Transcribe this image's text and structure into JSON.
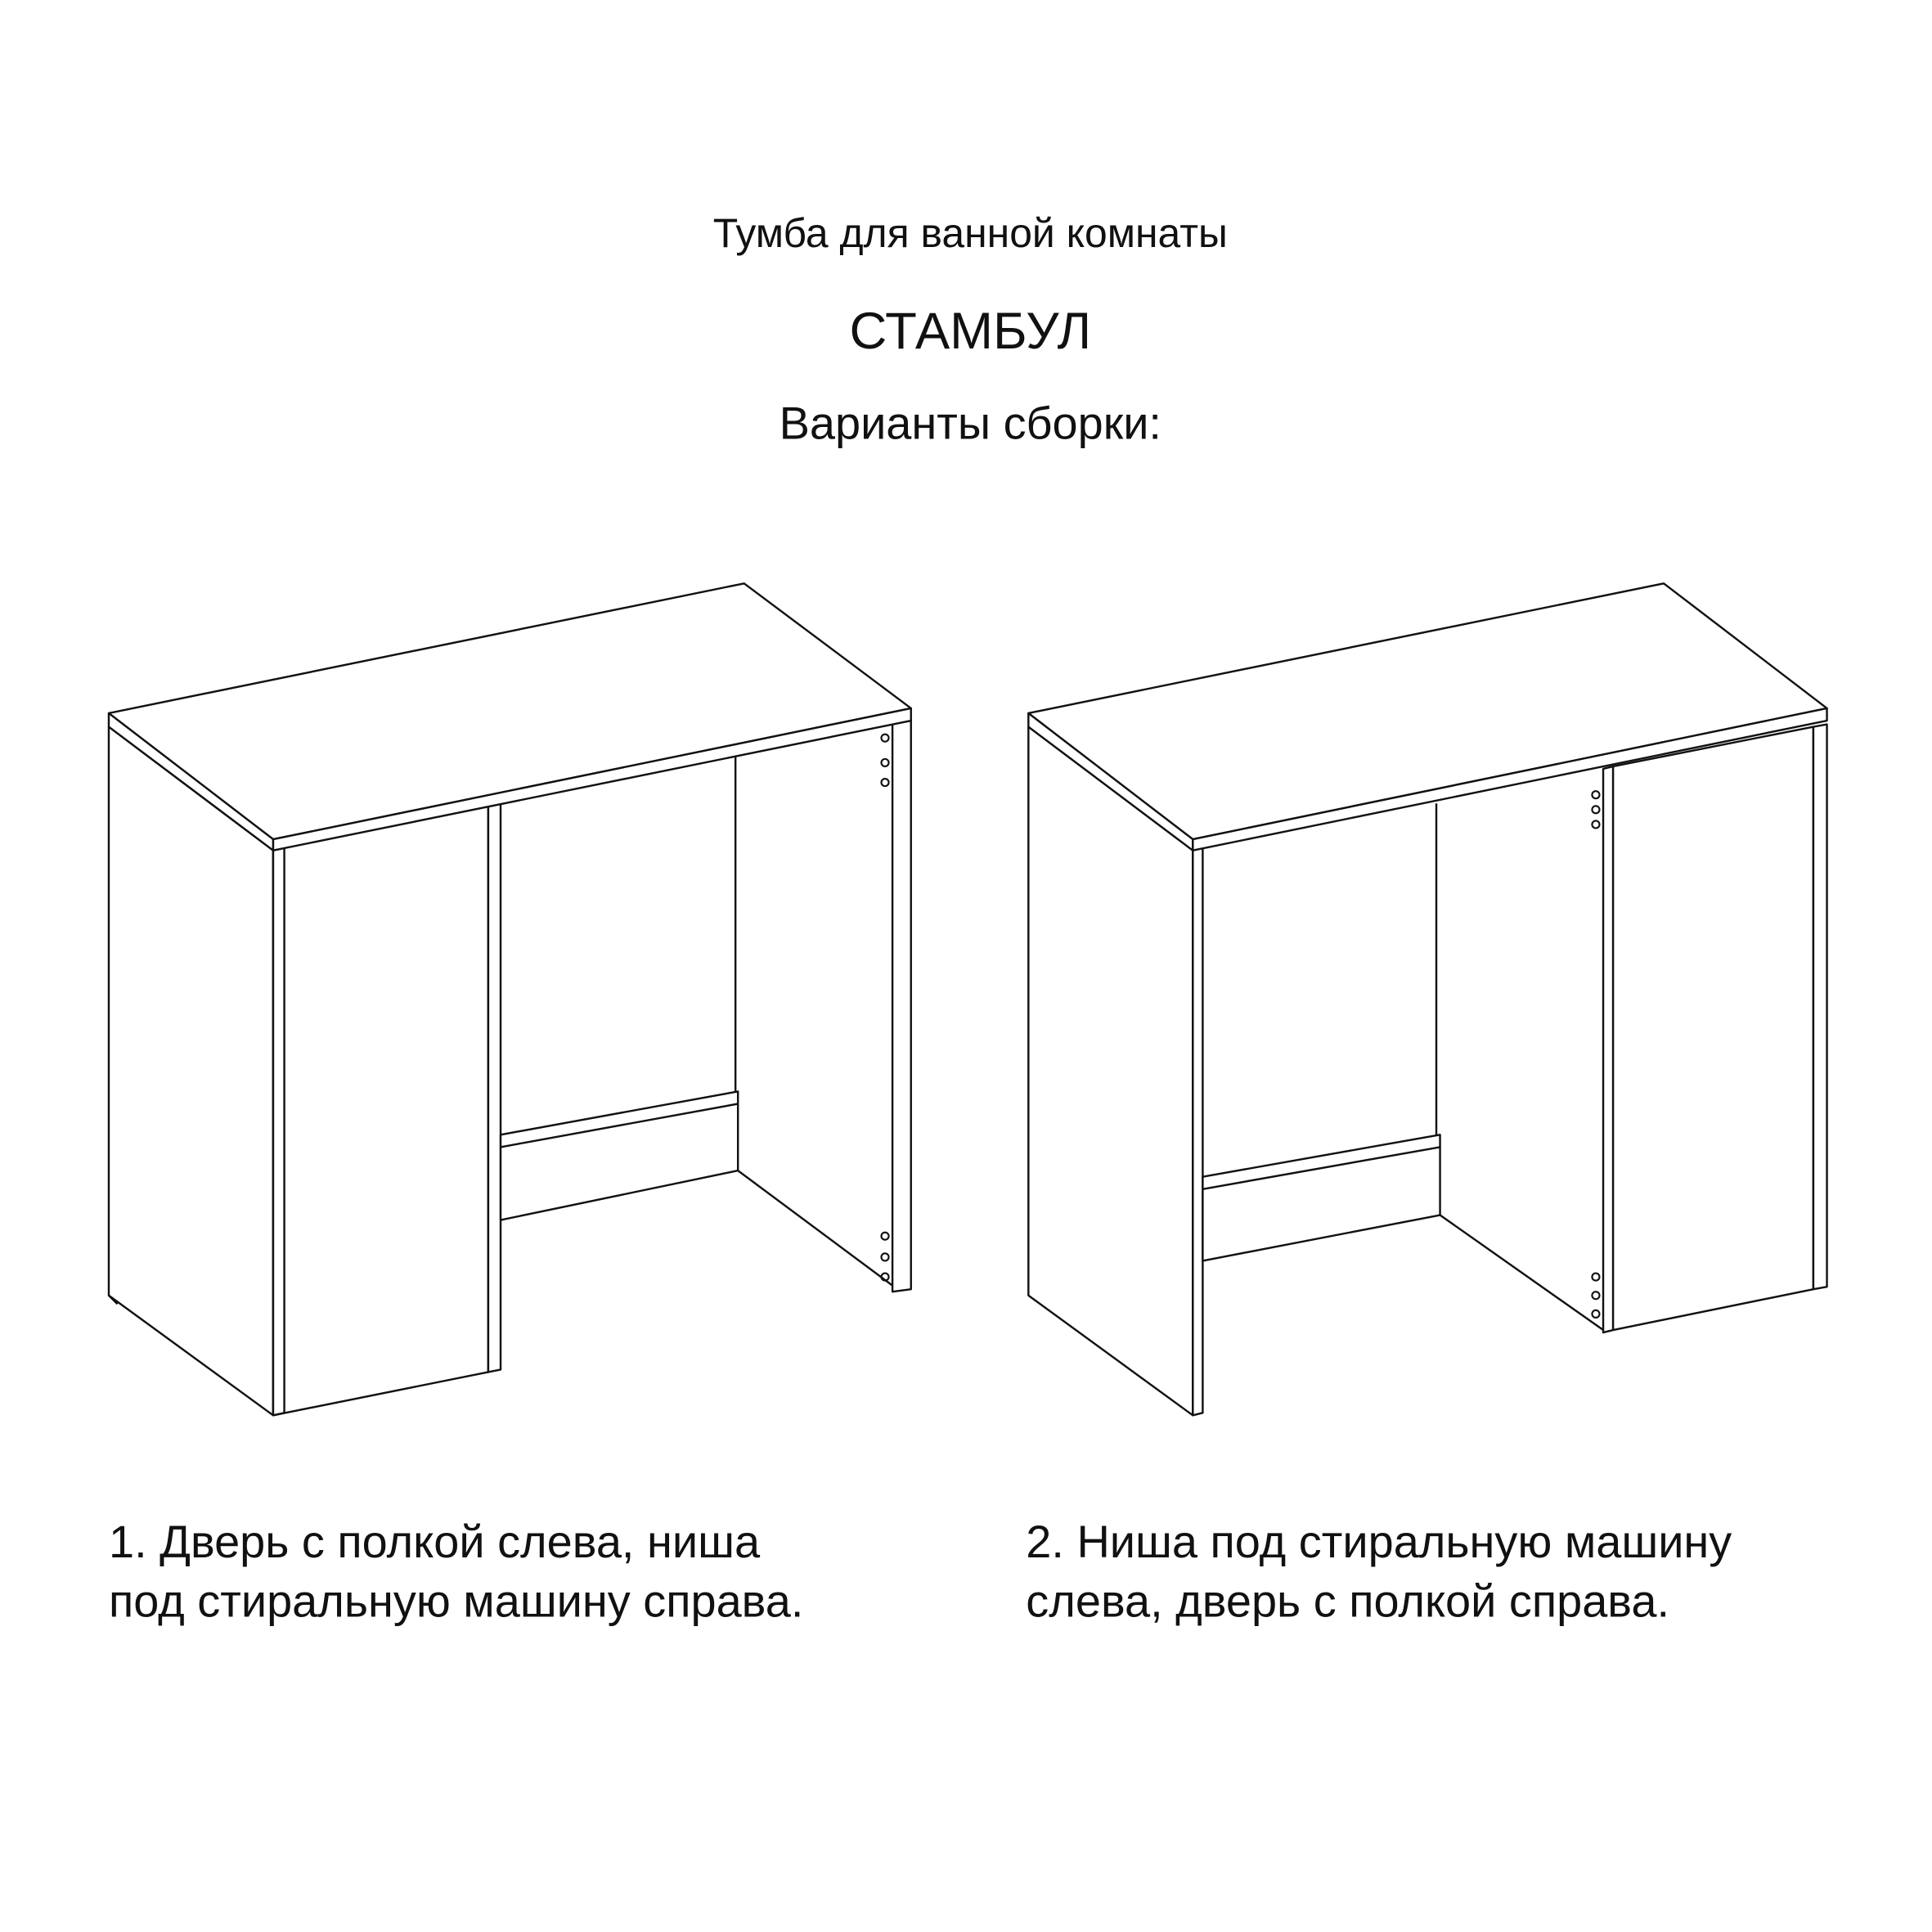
{
  "header": {
    "subtitle": "Тумба для ванной комнаты",
    "title": "СТАМБУЛ",
    "variants_label": "Варианты сборки:"
  },
  "variants": [
    {
      "caption_line1": "1. Дверь с полкой слева, ниша",
      "caption_line2": "под стиральную машину справа."
    },
    {
      "caption_line1": "2. Ниша под стиральную машину",
      "caption_line2": "слева, дверь с полкой справа."
    }
  ]
}
